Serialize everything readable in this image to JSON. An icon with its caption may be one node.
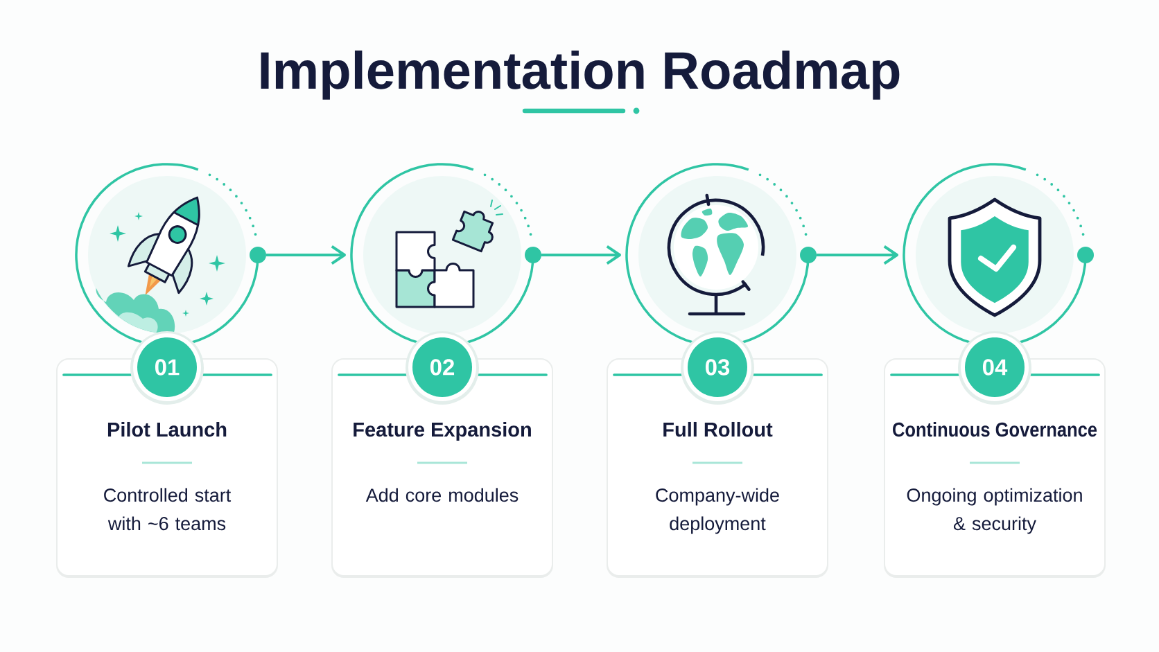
{
  "diagram": {
    "title": "Implementation Roadmap",
    "nodes": [
      {
        "text": [],
        "shape": "circle"
      },
      {
        "text": [
          "01"
        ]
      },
      {
        "text": [
          "Pilot Launch",
          "Controlled start with ~6 teams"
        ]
      },
      {
        "text": [],
        "shape": "circle"
      },
      {
        "text": [
          "02"
        ]
      },
      {
        "text": [
          "Feature Expansion",
          "Add core modules"
        ]
      },
      {
        "text": [],
        "shape": "circle"
      },
      {
        "text": [
          "03"
        ]
      },
      {
        "text": [
          "Full Rollout",
          "Company-wide deployment"
        ]
      },
      {
        "text": [],
        "shape": "circle"
      },
      {
        "text": [
          "04"
        ]
      },
      {
        "text": [
          "Continuous Governance",
          "Ongoing optimization & security"
        ]
      }
    ],
    "edges": [
      {
        "from": 0,
        "to": 3,
        "arrow": "to"
      },
      {
        "from": 3,
        "to": 6,
        "arrow": "to"
      },
      {
        "from": 6,
        "to": 9,
        "arrow": "to"
      }
    ]
  }
}
